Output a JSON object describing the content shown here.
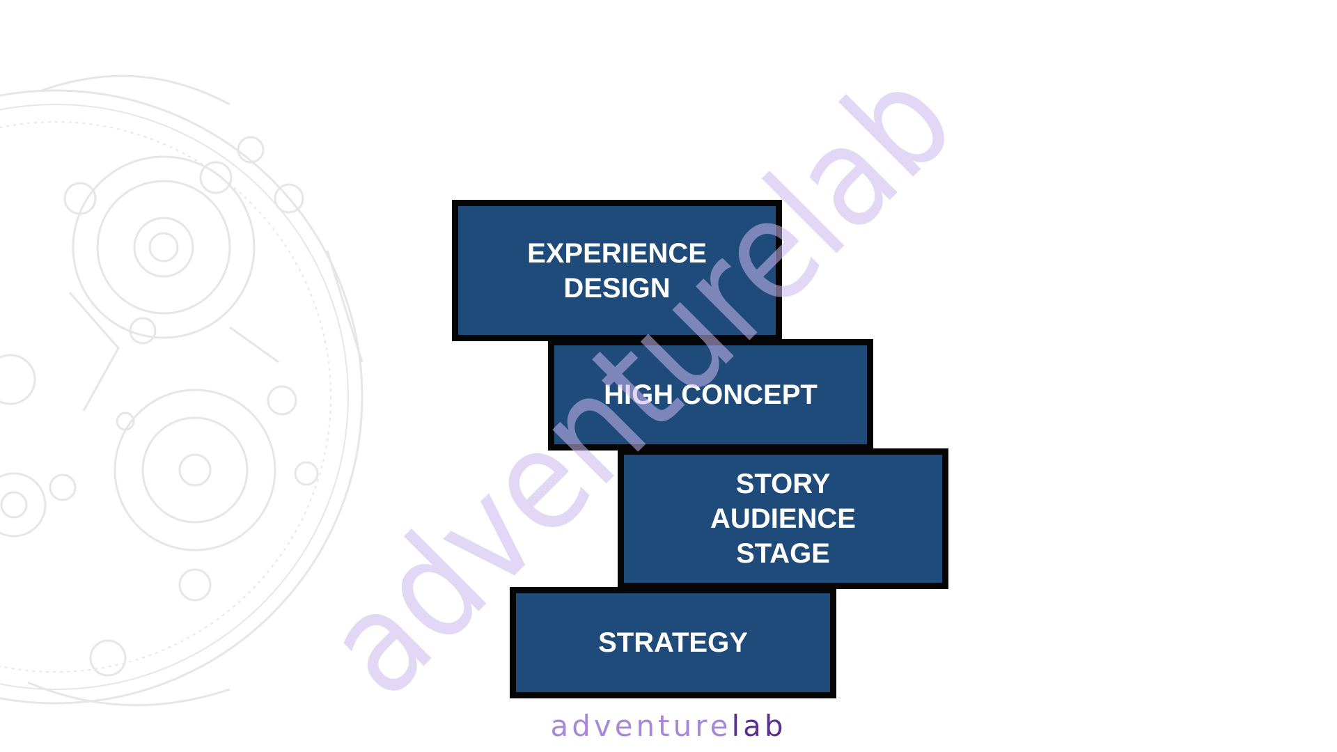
{
  "blocks": {
    "experience": {
      "label": "EXPERIENCE\nDESIGN"
    },
    "concept": {
      "label": "HIGH CONCEPT"
    },
    "story": {
      "label": "STORY\nAUDIENCE\nSTAGE"
    },
    "strategy": {
      "label": "STRATEGY"
    }
  },
  "watermark": {
    "text": "adventurelab"
  },
  "footer": {
    "brand_light": "adventure",
    "brand_dark": "lab"
  },
  "colors": {
    "block_fill": "#1f4b7a",
    "block_border": "#050505",
    "block_text": "#ffffff",
    "watermark": "#cbb8ef",
    "brand_light": "#a987d8",
    "brand_dark": "#5a2f8f",
    "background": "#ffffff"
  },
  "icons": {
    "background": "clockwork-gears-icon"
  }
}
